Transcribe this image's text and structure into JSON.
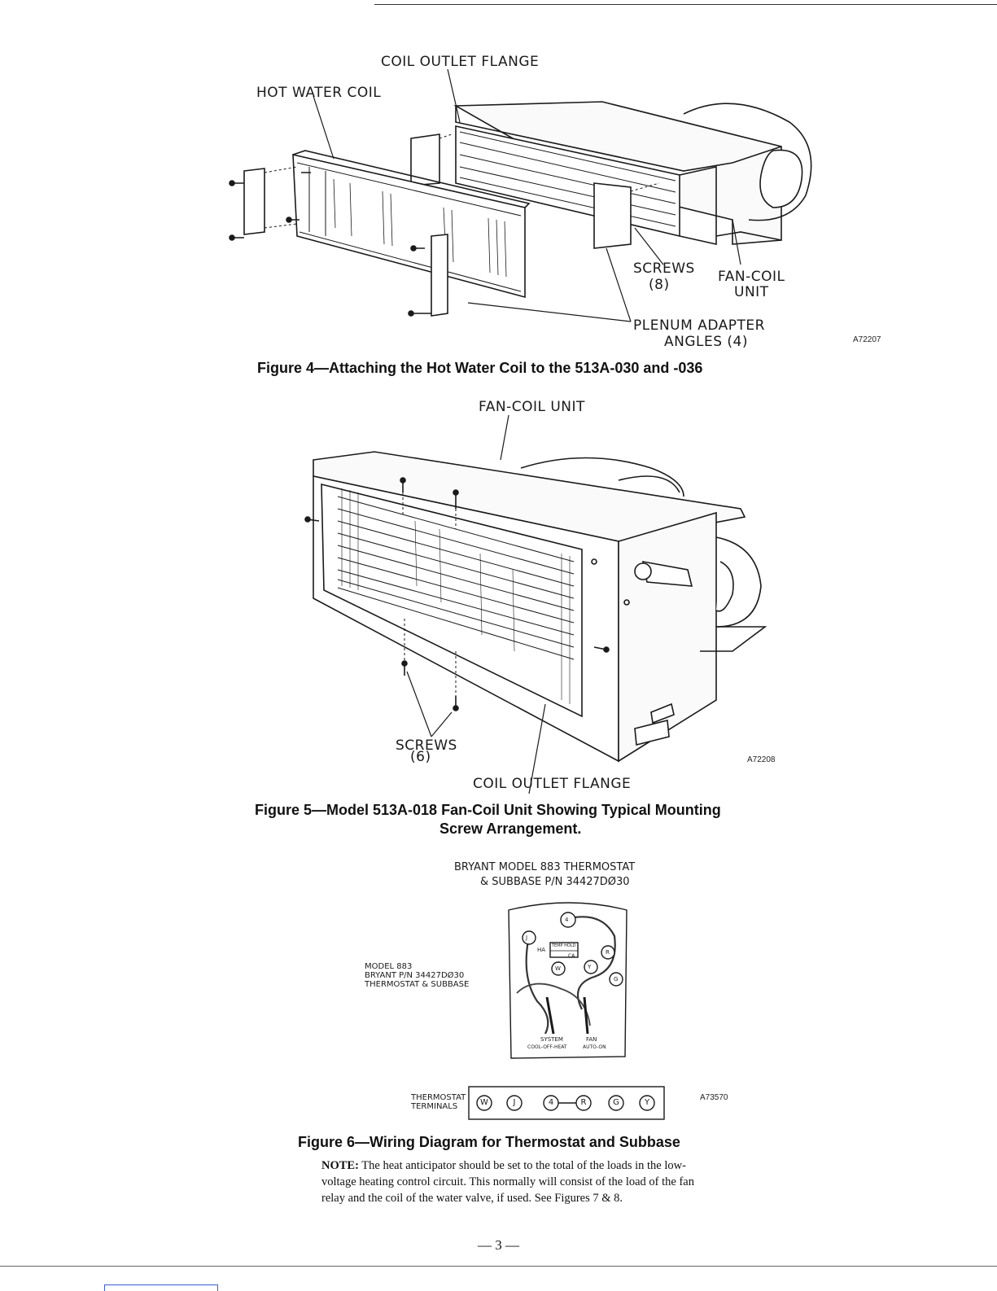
{
  "figure4": {
    "labels": {
      "coil_outlet_flange": "COIL OUTLET FLANGE",
      "hot_water_coil": "HOT WATER COIL",
      "screws": "SCREWS",
      "screws_count": "(8)",
      "fan_coil": "FAN-COIL",
      "unit": "UNIT",
      "plenum_adapter": "PLENUM ADAPTER",
      "angles": "ANGLES (4)"
    },
    "code": "A72207",
    "caption": "Figure 4—Attaching the Hot Water Coil to the 513A-030 and -036"
  },
  "figure5": {
    "labels": {
      "fan_coil_unit": "FAN-COIL UNIT",
      "screws": "SCREWS",
      "screws_count": "(6)",
      "coil_outlet_flange": "COIL OUTLET FLANGE"
    },
    "code": "A72208",
    "caption_line1": "Figure 5—Model 513A-018 Fan-Coil Unit Showing Typical Mounting",
    "caption_line2": "Screw Arrangement."
  },
  "figure6": {
    "header_line1": "BRYANT MODEL 883 THERMOSTAT",
    "header_line2": "& SUBBASE P/N 34427DØ30",
    "side_label_line1": "MODEL 883",
    "side_label_line2": "BRYANT P/N 34427DØ30",
    "side_label_line3": "THERMOSTAT & SUBBASE",
    "terminal_label_line1": "THERMOSTAT",
    "terminal_label_line2": "TERMINALS",
    "terminals": [
      "W",
      "J",
      "4",
      "R",
      "G",
      "Y"
    ],
    "subbase_text": {
      "temp_hold": "TEMP HOLD",
      "ha": "HA",
      "ca": "CA",
      "system": "SYSTEM",
      "system_modes": "COOL-OFF-HEAT",
      "fan": "FAN",
      "fan_modes": "AUTO-ON"
    },
    "code": "A73570",
    "caption": "Figure 6—Wiring Diagram for Thermostat and Subbase"
  },
  "note": {
    "label": "NOTE:",
    "text": "The heat anticipator should be set to the total of the loads in the low-voltage heating control circuit. This normally will consist of the load of the fan relay and the coil of the water valve, if used. See Figures 7 & 8."
  },
  "page_number": "— 3 —"
}
